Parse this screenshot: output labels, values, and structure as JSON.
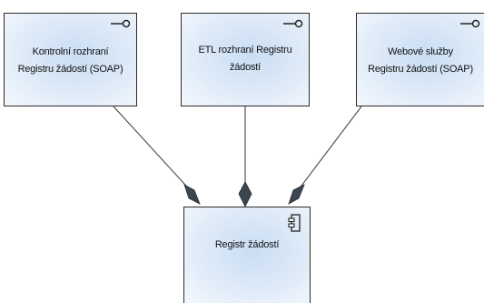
{
  "diagram": {
    "nodes": {
      "kontrolni": {
        "label_line1": "Kontrolní rozhraní",
        "label_line2": "Registru žádostí (SOAP)",
        "icon": "interface-lollipop-icon"
      },
      "etl": {
        "label_line1": "ETL rozhraní Registru",
        "label_line2": "žádostí",
        "icon": "interface-lollipop-icon"
      },
      "webove": {
        "label_line1": "Webové služby",
        "label_line2": "Registru žádostí (SOAP)",
        "icon": "interface-lollipop-icon"
      },
      "registr": {
        "label": "Registr žádostí",
        "icon": "component-icon"
      }
    },
    "connections": [
      {
        "from": "kontrolni",
        "to": "registr",
        "end": "diamond"
      },
      {
        "from": "etl",
        "to": "registr",
        "end": "diamond"
      },
      {
        "from": "webove",
        "to": "registr",
        "end": "diamond"
      }
    ],
    "colors": {
      "fill": "#dbe8f7",
      "border": "#2b2b2b",
      "line": "#555555",
      "diamond": "#3a4650"
    }
  }
}
